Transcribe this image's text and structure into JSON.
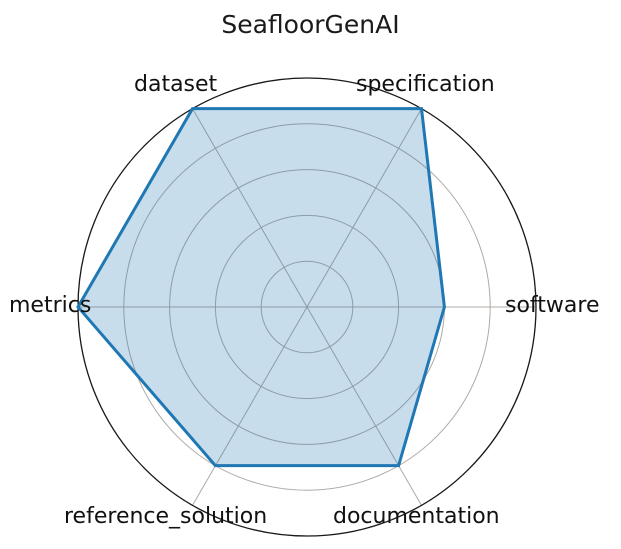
{
  "chart_data": {
    "type": "radar",
    "title": "SeafloorGenAI",
    "categories": [
      "software",
      "specification",
      "dataset",
      "metrics",
      "reference_solution",
      "documentation"
    ],
    "values": [
      0.6,
      1.0,
      1.0,
      1.0,
      0.8,
      0.8
    ],
    "series": [
      {
        "name": "SeafloorGenAI",
        "values": [
          0.6,
          1.0,
          1.0,
          1.0,
          0.8,
          0.8
        ]
      }
    ],
    "rlim": [
      0,
      1.0
    ],
    "grid_rings": [
      0.2,
      0.4,
      0.6,
      0.8,
      1.0
    ],
    "tick_labels": [],
    "grid": true,
    "legend": "none",
    "start_angle_deg": 0,
    "direction": "counterclockwise",
    "line_color": "#1f77b4",
    "fill_color": "#1f77b4",
    "fill_opacity": 0.25,
    "grid_color": "#b0a9a4",
    "spine_color": "#1a1a1a",
    "background": "#ffffff"
  },
  "labels": {
    "software": "software",
    "specification": "specification",
    "dataset": "dataset",
    "metrics": "metrics",
    "reference_solution": "reference_solution",
    "documentation": "documentation"
  }
}
